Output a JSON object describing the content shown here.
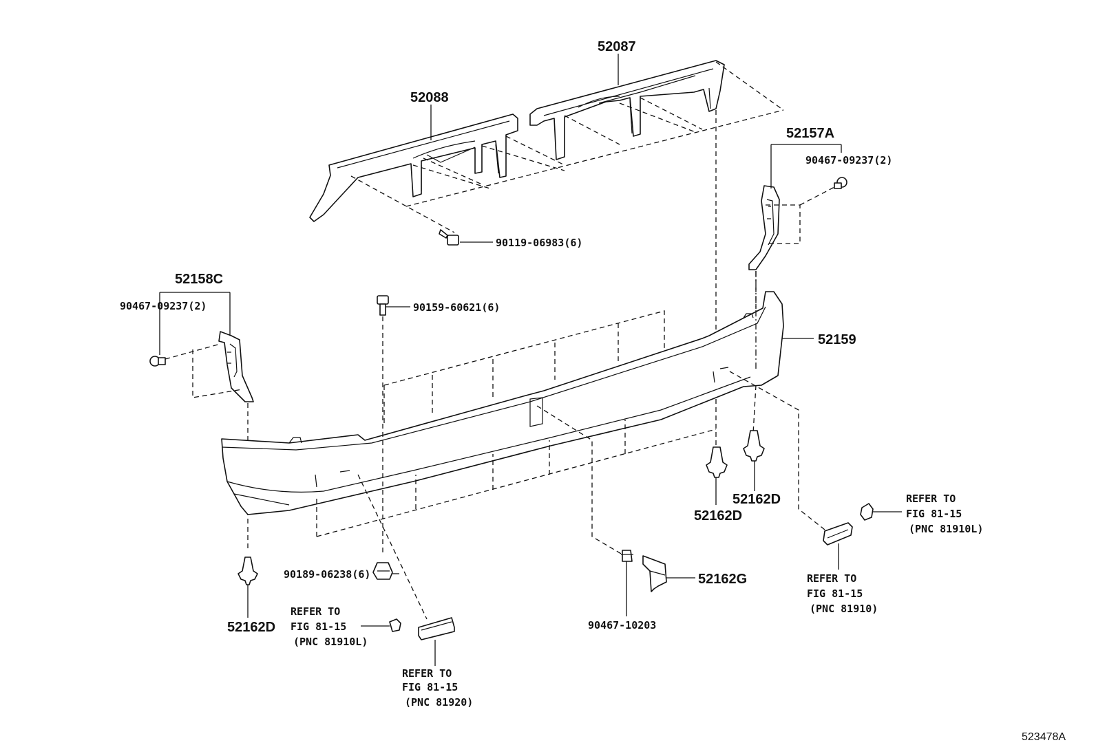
{
  "callouts": {
    "reinforcement_center": "52087",
    "reinforcement_left": "52088",
    "support_right": "52157A",
    "support_left": "52158C",
    "clip_right": "90467-09237(2)",
    "clip_left": "90467-09237(2)",
    "bolt_reinforcement": "90119-06983(6)",
    "bolt_bumper": "90159-60621(6)",
    "bumper_cover": "52159",
    "retainer_bottom_left": "52162D",
    "retainer_mid": "52162D",
    "retainer_right": "52162D",
    "nut_clip": "90189-06238(6)",
    "clip_bottom": "90467-10203",
    "bracket": "52162G"
  },
  "references": {
    "ref_left": [
      "REFER TO",
      "FIG 81-15",
      "(PNC 81910L)"
    ],
    "ref_bottom": [
      "REFER TO",
      "FIG 81-15",
      "(PNC 81920)"
    ],
    "ref_right_upper": [
      "REFER TO",
      "FIG 81-15",
      "(PNC 81910L)"
    ],
    "ref_right_lower": [
      "REFER TO",
      "FIG 81-15",
      "(PNC 81910)"
    ]
  },
  "diagram_id": "523478A"
}
